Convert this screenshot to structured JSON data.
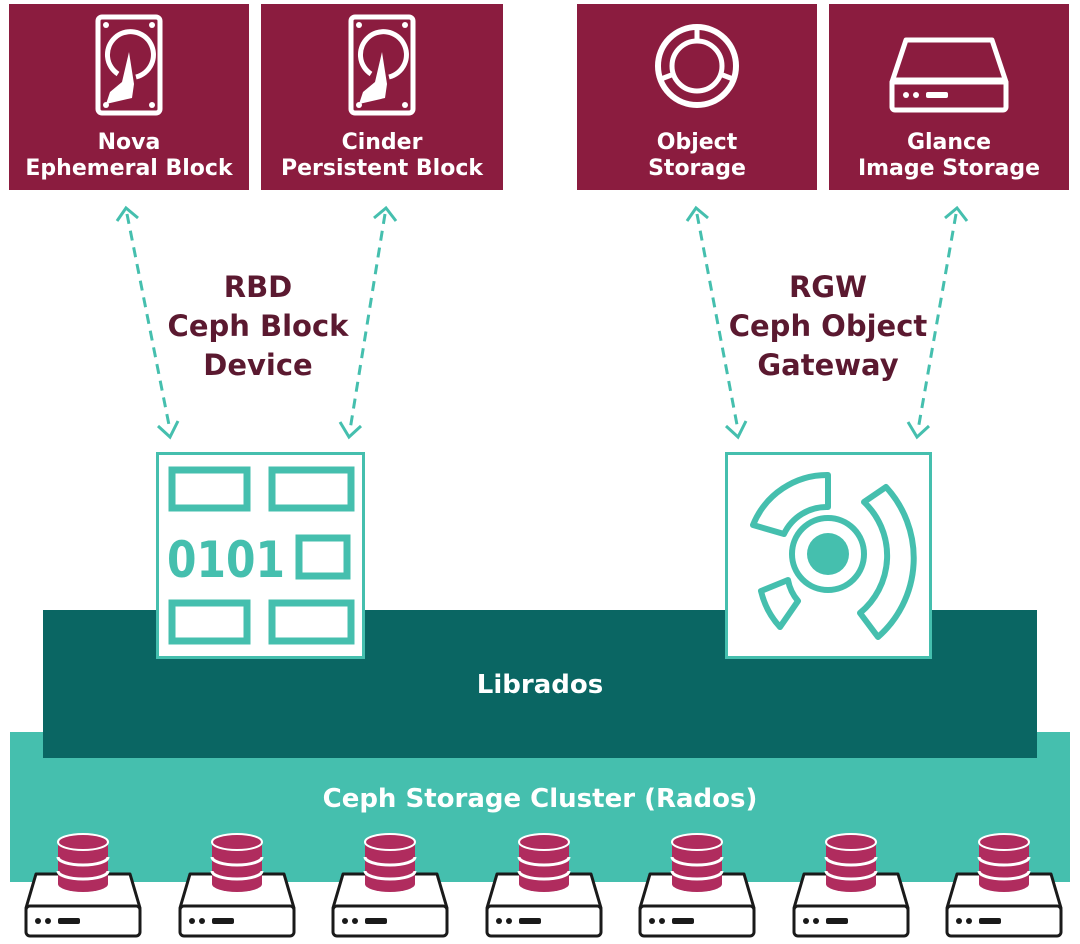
{
  "components": {
    "nova": {
      "label": "Nova\nEphemeral Block",
      "icon": "hard-drive-icon"
    },
    "cinder": {
      "label": "Cinder\nPersistent Block",
      "icon": "hard-drive-icon"
    },
    "object_storage": {
      "label": "Object\nStorage",
      "icon": "ring-icon"
    },
    "glance": {
      "label": "Glance\nImage Storage",
      "icon": "server-icon"
    }
  },
  "gateways": {
    "rbd": {
      "label": "RBD\nCeph Block\nDevice",
      "icon": "block-device-icon",
      "bits": "0101"
    },
    "rgw": {
      "label": "RGW\nCeph Object\nGateway",
      "icon": "object-gateway-icon"
    }
  },
  "layers": {
    "librados": "Librados",
    "rados": "Ceph Storage Cluster (Rados)"
  },
  "storage_nodes": [
    {
      "icon": "database-server-icon"
    },
    {
      "icon": "database-server-icon"
    },
    {
      "icon": "database-server-icon"
    },
    {
      "icon": "database-server-icon"
    },
    {
      "icon": "database-server-icon"
    },
    {
      "icon": "database-server-icon"
    },
    {
      "icon": "database-server-icon"
    }
  ],
  "colors": {
    "component_bg": "#8b1c3f",
    "gateway_text": "#5b1930",
    "teal": "#45bfae",
    "librados": "#0a6663",
    "database": "#b02c5e"
  }
}
